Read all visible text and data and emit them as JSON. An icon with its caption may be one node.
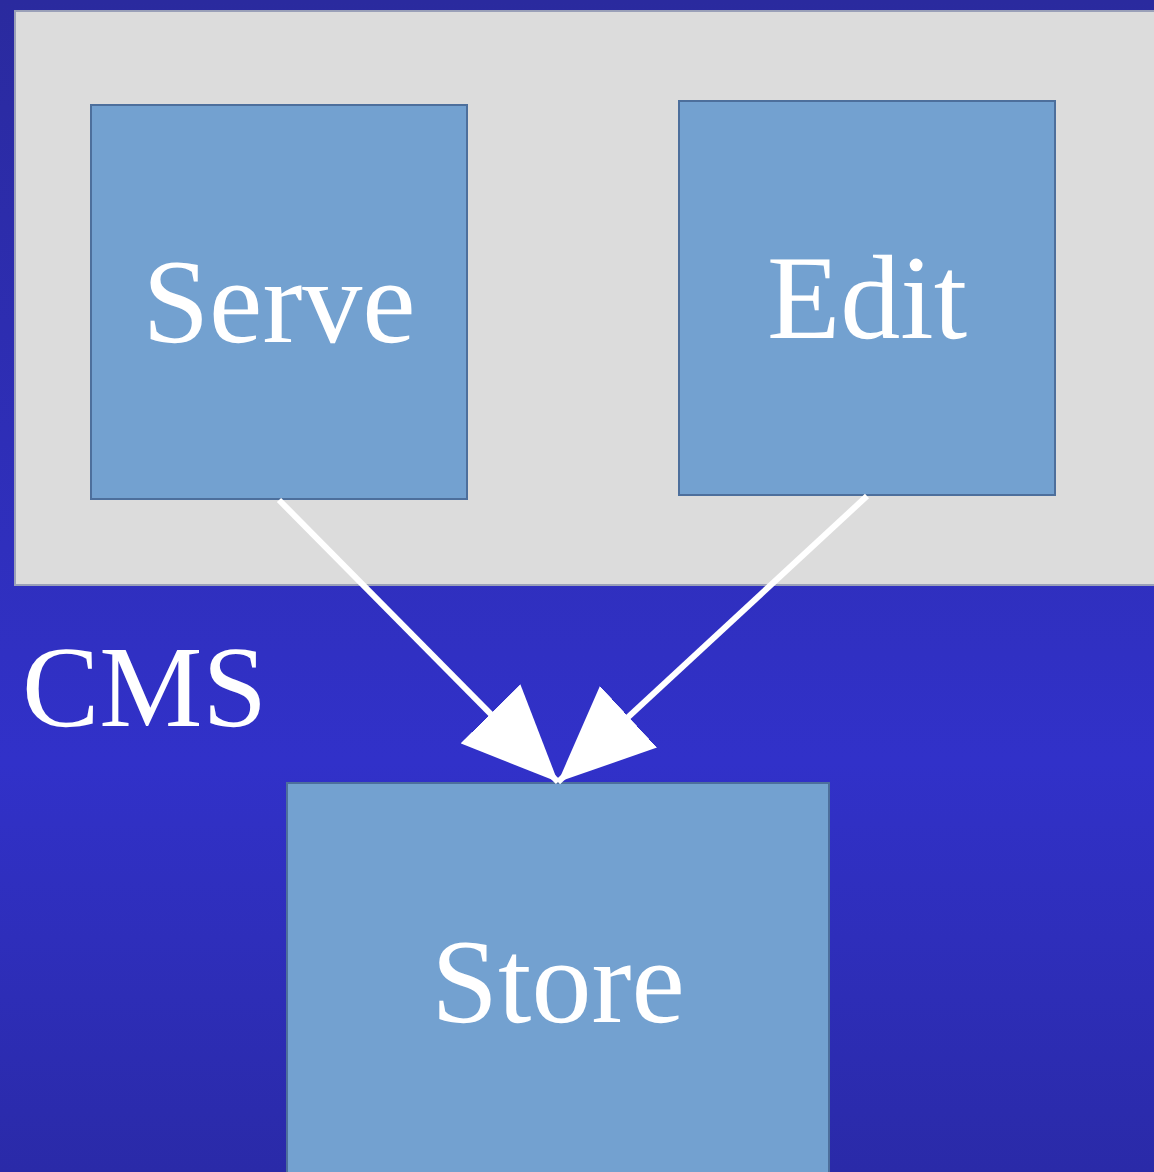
{
  "diagram": {
    "nodes": [
      {
        "text": [
          "CMS"
        ]
      },
      {
        "text": [
          "Serve"
        ],
        "in": 0
      },
      {
        "text": [
          "Edit"
        ],
        "in": 0
      },
      {
        "text": [
          "Store"
        ]
      }
    ],
    "edges": [
      {
        "from": 1,
        "to": 3,
        "arrow": "to",
        "color": "#ffffff"
      },
      {
        "from": 2,
        "to": 3,
        "arrow": "to",
        "color": "#ffffff"
      }
    ]
  }
}
